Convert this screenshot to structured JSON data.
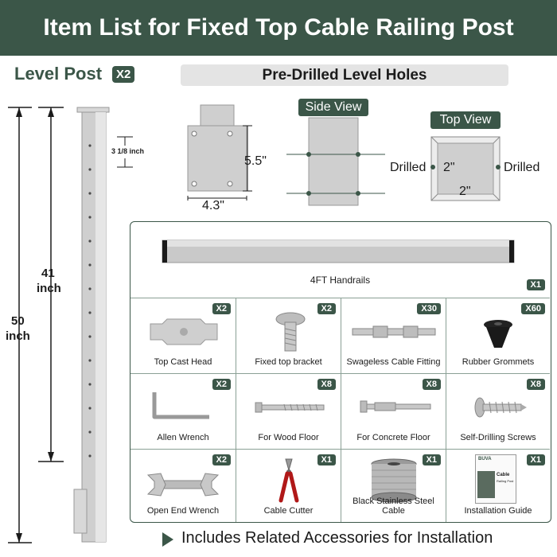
{
  "header": {
    "title": "Item List for Fixed Top Cable Railing Post"
  },
  "level_post": {
    "title": "Level Post",
    "qty": "X2",
    "label_3_1_8": "3 1/8 inch",
    "label_41": "41",
    "label_41_unit": "inch",
    "label_50": "50",
    "label_50_unit": "inch"
  },
  "pre_drilled": {
    "title": "Pre-Drilled Level Holes",
    "plate_height": "5.5\"",
    "plate_width": "4.3\"",
    "side_view": "Side View",
    "top_view": "Top View",
    "drilled_left": "Drilled",
    "drilled_right": "Drilled",
    "inner_2a": "2\"",
    "inner_2b": "2\""
  },
  "items": {
    "handrail": {
      "label": "4FT Handrails",
      "qty": "X1"
    },
    "top_cast_head": {
      "label": "Top Cast Head",
      "qty": "X2"
    },
    "fixed_top_bracket": {
      "label": "Fixed top bracket",
      "qty": "X2"
    },
    "swageless_fitting": {
      "label": "Swageless Cable Fitting",
      "qty": "X30"
    },
    "rubber_grommets": {
      "label": "Rubber Grommets",
      "qty": "X60"
    },
    "allen_wrench": {
      "label": "Allen Wrench",
      "qty": "X2"
    },
    "wood_floor": {
      "label": "For Wood Floor",
      "qty": "X8"
    },
    "concrete_floor": {
      "label": "For Concrete Floor",
      "qty": "X8"
    },
    "self_drilling": {
      "label": "Self-Drilling Screws",
      "qty": "X8"
    },
    "open_end_wrench": {
      "label": "Open End Wrench",
      "qty": "X2"
    },
    "cable_cutter": {
      "label": "Cable Cutter",
      "qty": "X1"
    },
    "steel_cable": {
      "label": "Black Stainless Steel Cable",
      "qty": "X1"
    },
    "install_guide": {
      "label": "Installation Guide",
      "qty": "X1",
      "cover_brand": "BUVA",
      "cover_title": "Cable",
      "cover_sub": "Railing Post"
    }
  },
  "footer": {
    "text": "Includes Related Accessories for Installation"
  },
  "colors": {
    "brand_green": "#3b5648",
    "metal": "#c9c9c9",
    "bg": "#ffffff"
  }
}
